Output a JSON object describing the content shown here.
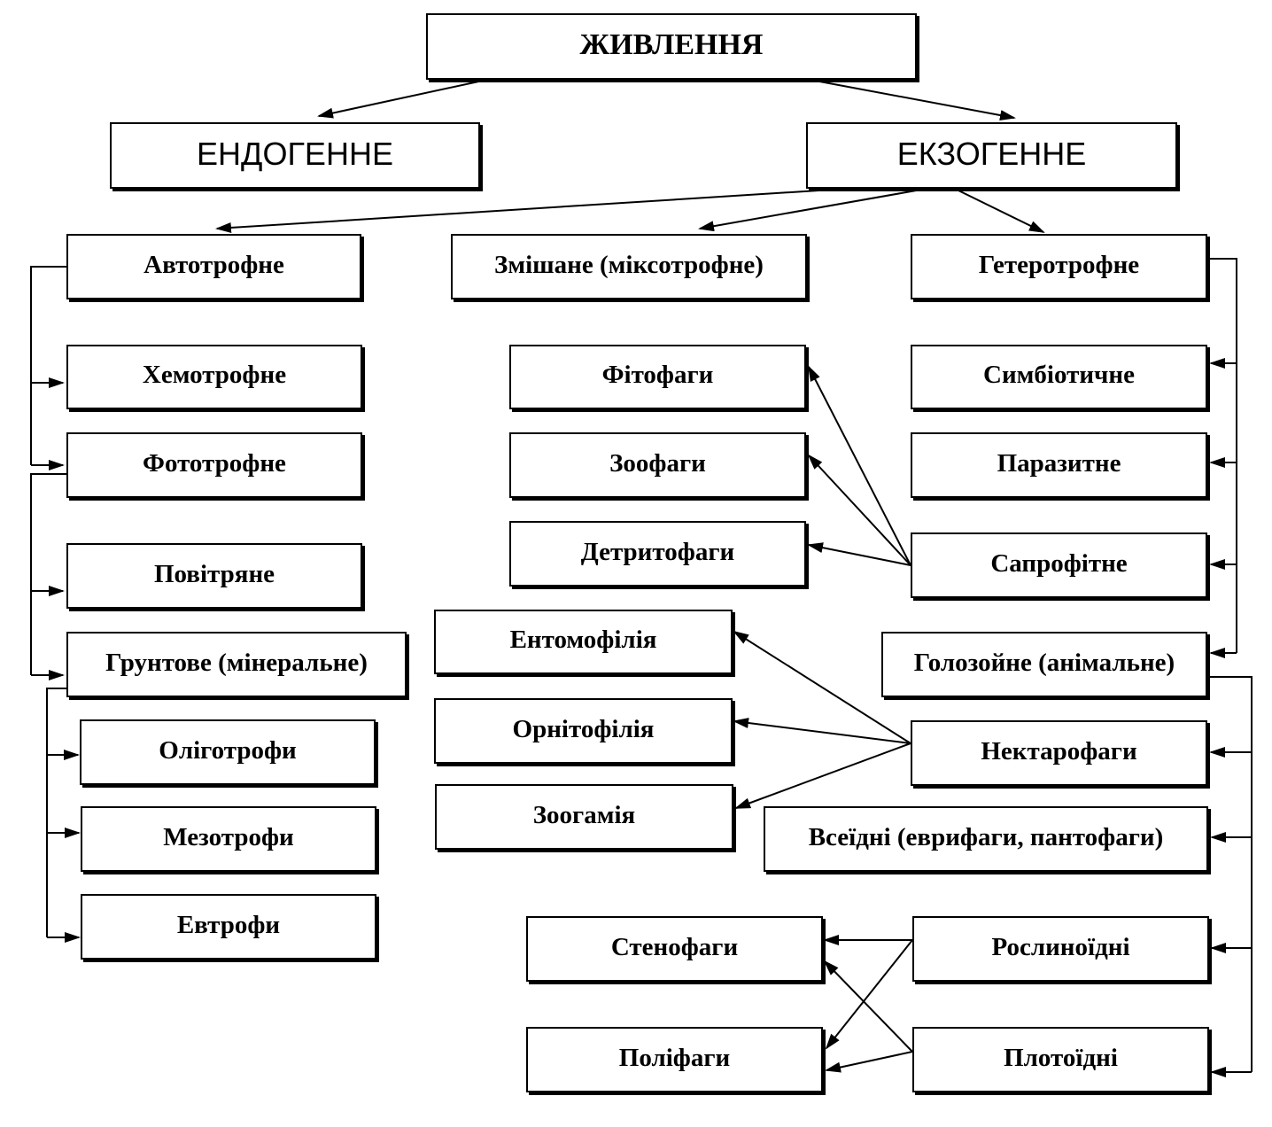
{
  "root": "ЖИВЛЕННЯ",
  "level1": {
    "endogenous": "ЕНДОГЕННЕ",
    "exogenous": "ЕКЗОГЕННЕ"
  },
  "exogenous_types": {
    "autotrophic": "Автотрофне",
    "mixed": "Змішане (міксотрофне)",
    "heterotrophic": "Гетеротрофне"
  },
  "autotrophic_types": {
    "chemotrophic": "Хемотрофне",
    "phototrophic": "Фототрофне"
  },
  "phototrophic_types": {
    "air": "Повітряне",
    "soil": "Грунтове (мінеральне)"
  },
  "soil_types": {
    "oligotrophs": "Оліготрофи",
    "mesotrophs": "Мезотрофи",
    "eutrophs": "Евтрофи"
  },
  "heterotrophic_types": {
    "symbiotic": "Симбіотичне",
    "parasitic": "Паразитне",
    "saprophytic": "Сапрофітне",
    "holozoic": "Голозойне (анімальне)"
  },
  "saprophytic_types": {
    "phytophages": "Фітофаги",
    "zoophages": "Зоофаги",
    "detritophages": "Детритофаги"
  },
  "holozoic_types": {
    "nectarophages": "Нектарофаги",
    "omnivores": "Всеїдні (еврифаги, пантофаги)",
    "herbivores": "Рослиноїдні",
    "carnivores": "Плотоїдні"
  },
  "nectarophage_types": {
    "entomophily": "Ентомофілія",
    "ornithophily": "Орнітофілія",
    "zoogamy": "Зоогамія"
  },
  "diet_breadth": {
    "stenophages": "Стенофаги",
    "polyphages": "Поліфаги"
  }
}
